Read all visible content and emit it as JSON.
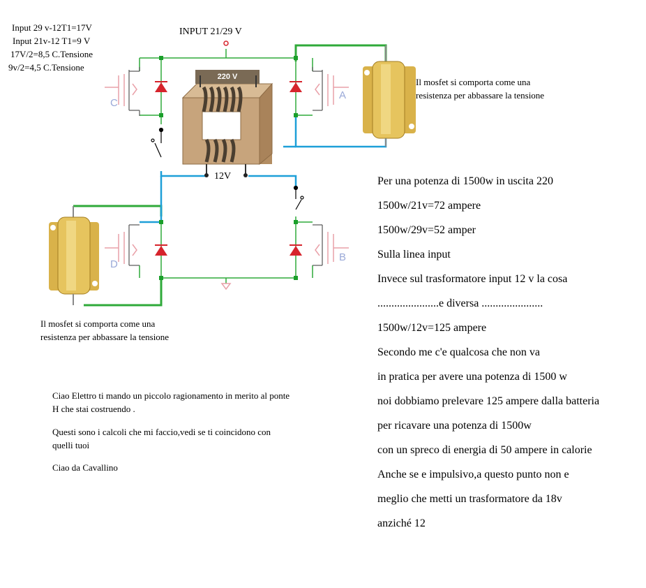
{
  "top_calcs": [
    "Input 29 v-12T1=17V",
    "Input 21v-12 T1=9 V",
    "17V/2=8,5 C.Tensione",
    "9v/2=4,5 C.Tensione"
  ],
  "input_label": "INPUT 21/29 V",
  "transformer": {
    "primary": "220 V",
    "secondary": "12V"
  },
  "mosfets": {
    "c": "C",
    "a": "A",
    "d": "D",
    "b": "B"
  },
  "note_right": "Il mosfet si comporta come una resistenza per abbassare la tensione",
  "note_left": "Il mosfet si comporta come una resistenza per abbassare la tensione",
  "message": [
    "Ciao Elettro ti mando un piccolo ragionamento in merito al ponte H che stai costruendo .",
    "Questi sono i calcoli che mi faccio,vedi se ti coincidono con quelli tuoi",
    "Ciao da Cavallino"
  ],
  "right_text": [
    "Per una potenza di 1500w in uscita 220",
    "1500w/21v=72 ampere",
    "1500w/29v=52 amper",
    "Sulla linea input",
    "Invece sul trasformatore input 12 v la cosa",
    "......................e diversa ......................",
    "1500w/12v=125 ampere",
    "Secondo me c'e qualcosa che non va",
    "in pratica per avere una potenza di 1500 w",
    "noi dobbiamo prelevare 125 ampere dalla batteria",
    "per ricavare una potenza di 1500w",
    "con un spreco di energia di 50 ampere in calorie",
    "Anche se e impulsivo,a questo punto non e",
    "meglio che metti un trasformatore da 18v",
    "anziché 12"
  ],
  "colors": {
    "wire_green": "#2faa3a",
    "wire_blue": "#1d9fd8",
    "diode_red": "#d6242c",
    "mosfet_pink": "#e9a0a8",
    "core_brown": "#c7a47c"
  }
}
